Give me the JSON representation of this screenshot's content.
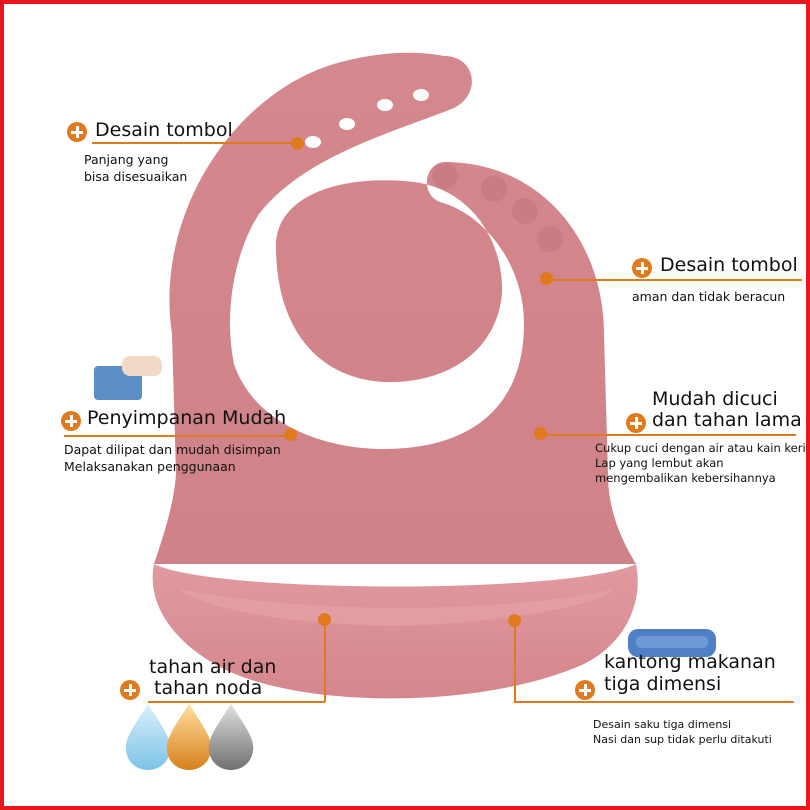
{
  "annotations": {
    "adjustable_button": {
      "title": "Desain tombol",
      "lines": [
        "Panjang yang",
        "bisa disesuaikan"
      ]
    },
    "safe_button": {
      "title": "Desain tombol",
      "lines": [
        "aman dan tidak beracun"
      ]
    },
    "storage": {
      "title": "Penyimpanan Mudah",
      "lines": [
        "Dapat dilipat dan mudah disimpan",
        "Melaksanakan penggunaan"
      ]
    },
    "washable": {
      "title_lines": [
        "Mudah dicuci",
        "dan tahan lama"
      ],
      "lines": [
        "Cukup cuci dengan air atau kain kering",
        "Lap yang lembut akan",
        "mengembalikan kebersihannya"
      ]
    },
    "waterproof": {
      "title_lines": [
        "tahan air dan",
        "tahan noda"
      ]
    },
    "pocket": {
      "title_lines": [
        "kantong makanan",
        "tiga dimensi"
      ],
      "lines": [
        "Desain saku tiga dimensi",
        "Nasi dan sup tidak perlu ditakuti"
      ]
    }
  },
  "icons": {
    "marker": "plus-circle-icon",
    "drops": [
      "water-drop-icon",
      "oil-drop-icon",
      "stain-drop-icon"
    ]
  },
  "colors": {
    "frame": "#e8151a",
    "bib": "#d48a8f",
    "accent": "#e07a1e"
  }
}
